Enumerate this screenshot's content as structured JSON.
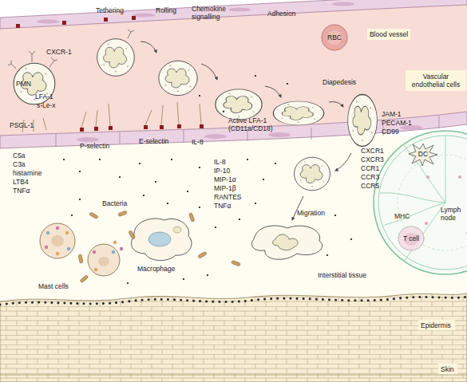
{
  "diagram": {
    "nodes": [
      {
        "text": [
          "RBC"
        ]
      },
      {
        "text": [
          "Blood vessel"
        ]
      },
      {
        "text": [
          "PMN"
        ]
      },
      {
        "text": [
          "Vascular endothelial cells"
        ]
      },
      {
        "text": [
          "Lymph node"
        ]
      },
      {
        "text": [
          "DC"
        ],
        "in": 4
      },
      {
        "text": [
          "T cell"
        ],
        "in": 4
      }
    ],
    "labels": [
      "Tethering",
      "Rolling",
      "Chemokine signalling",
      "Adhesion",
      "CXCR-1",
      "LFA-1",
      "s-Le-x",
      "PSGL-1",
      "Diapedesis",
      "P-selectin",
      "E-selectin",
      "IL-8",
      "Active LFA-1 (CD11a/CD18)",
      "JAM-1",
      "PECAM-1",
      "CD99",
      "CXCR1",
      "CXCR3",
      "CCR1",
      "CCR3",
      "CCR5",
      "C5a",
      "C3a",
      "histamine",
      "LTB4",
      "TNFα",
      "Bacteria",
      "IL-8",
      "IP-10",
      "MIP-1α",
      "MIP-1β",
      "RANTES",
      "TNFα",
      "Migration",
      "MHC",
      "Mast cells",
      "Macrophage",
      "Interstitial tissue",
      "Epidermis",
      "Skin"
    ]
  }
}
